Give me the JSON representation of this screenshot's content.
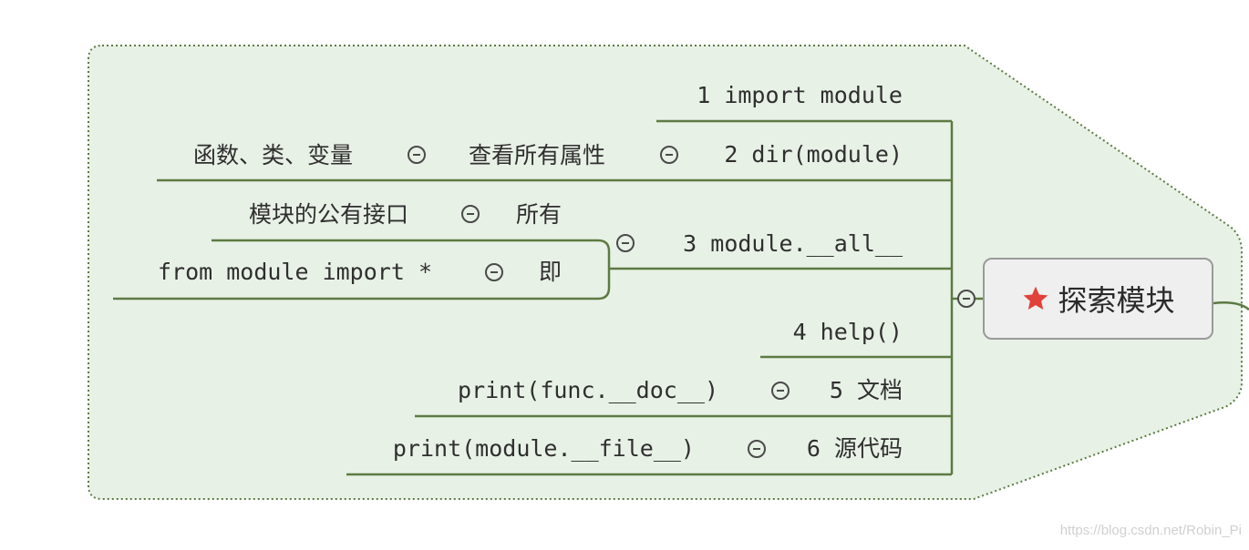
{
  "root": {
    "label": "探索模块",
    "icon": "star-icon",
    "icon_color": "#e0413a"
  },
  "branches": {
    "b1": {
      "label": "1 import module"
    },
    "b2": {
      "label": "2 dir(module)",
      "child": "查看所有属性",
      "grandchild": "函数、类、变量"
    },
    "b3": {
      "label": "3 module.__all__",
      "child_a": "所有",
      "grandchild_a": "模块的公有接口",
      "child_b": "即",
      "grandchild_b": "from module import *"
    },
    "b4": {
      "label": "4 help()"
    },
    "b5": {
      "label": "5 文档",
      "child": "print(func.__doc__)"
    },
    "b6": {
      "label": "6 源代码",
      "child": "print(module.__file__)"
    }
  },
  "watermark": "https://blog.csdn.net/Robin_Pi",
  "colors": {
    "boundary_fill": "#e8f1e6",
    "boundary_stroke": "#5d7a42",
    "line": "#5d7a42"
  }
}
